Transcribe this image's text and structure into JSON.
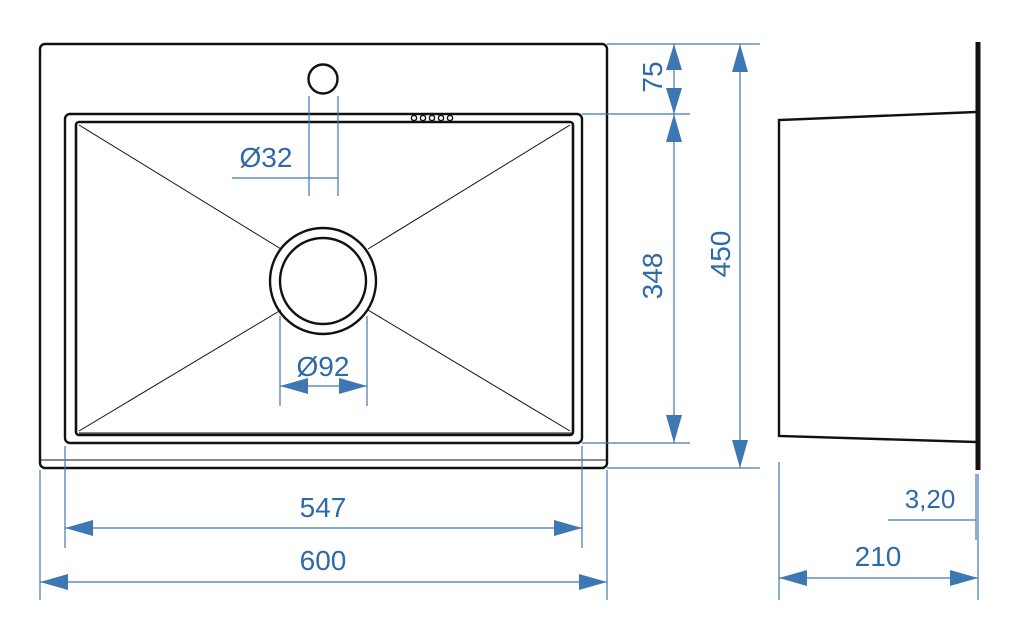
{
  "colors": {
    "dimension": "#3d78b4",
    "dimension_text": "#2f6aa8",
    "object": "#111111",
    "background": "#ffffff"
  },
  "dimensions": {
    "overall_width": "600",
    "bowl_width": "547",
    "overall_depth": "450",
    "bowl_depth": "348",
    "top_offset": "75",
    "drain_diameter": "Ø92",
    "tap_hole_diameter": "Ø32",
    "side_height": "210",
    "rim_thickness": "3,20"
  }
}
